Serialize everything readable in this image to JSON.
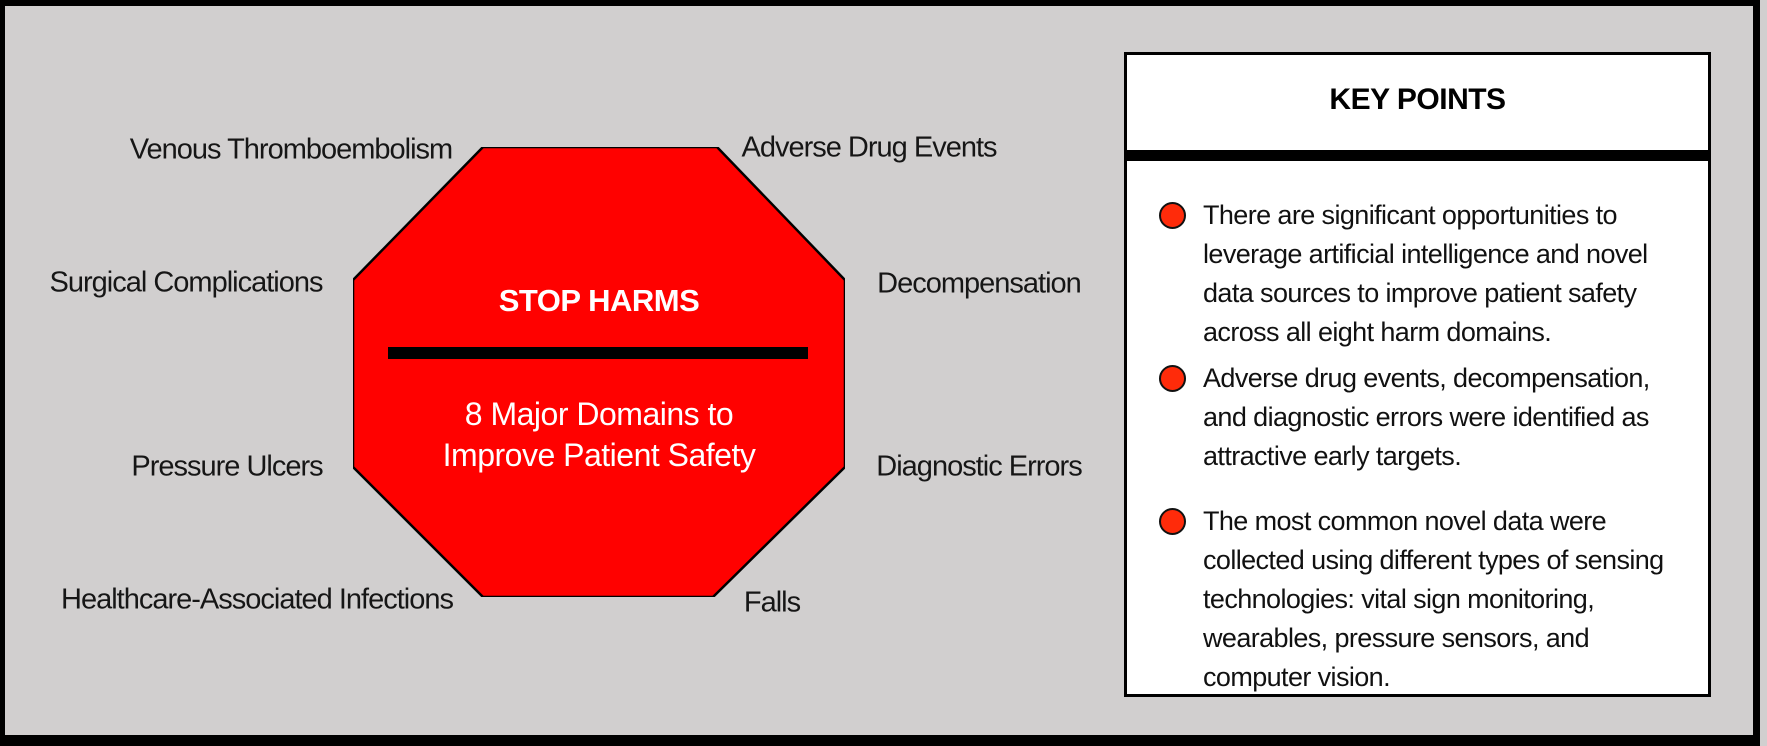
{
  "colors": {
    "background_gray": "#d1cfcf",
    "octagon_red": "#ff0100",
    "octagon_border": "#000000",
    "octagon_text": "#ffffff",
    "bullet_red": "#ff2b0a",
    "panel_bg": "#ffffff",
    "text": "#141414"
  },
  "octagon": {
    "stop_label": "STOP HARMS",
    "subtitle": "8 Major Domains to\nImprove Patient Safety"
  },
  "harms": [
    {
      "id": "venous-thromboembolism",
      "label": "Venous Thromboembolism"
    },
    {
      "id": "adverse-drug-events",
      "label": "Adverse Drug Events"
    },
    {
      "id": "surgical-complications",
      "label": "Surgical Complications"
    },
    {
      "id": "decompensation",
      "label": "Decompensation"
    },
    {
      "id": "pressure-ulcers",
      "label": "Pressure Ulcers"
    },
    {
      "id": "diagnostic-errors",
      "label": "Diagnostic Errors"
    },
    {
      "id": "healthcare-associated-infections",
      "label": "Healthcare-Associated Infections"
    },
    {
      "id": "falls",
      "label": "Falls"
    }
  ],
  "key_points": {
    "title": "KEY POINTS",
    "bullets": [
      {
        "text": "There are significant opportunities to\nleverage artificial intelligence and novel\ndata sources to improve patient safety\nacross all eight harm domains."
      },
      {
        "text": "Adverse drug events, decompensation,\nand diagnostic errors were identified as\nattractive early targets."
      },
      {
        "text": "The most common novel data were\ncollected using different types of sensing\ntechnologies: vital sign monitoring,\nwearables, pressure sensors, and\ncomputer vision."
      }
    ]
  }
}
